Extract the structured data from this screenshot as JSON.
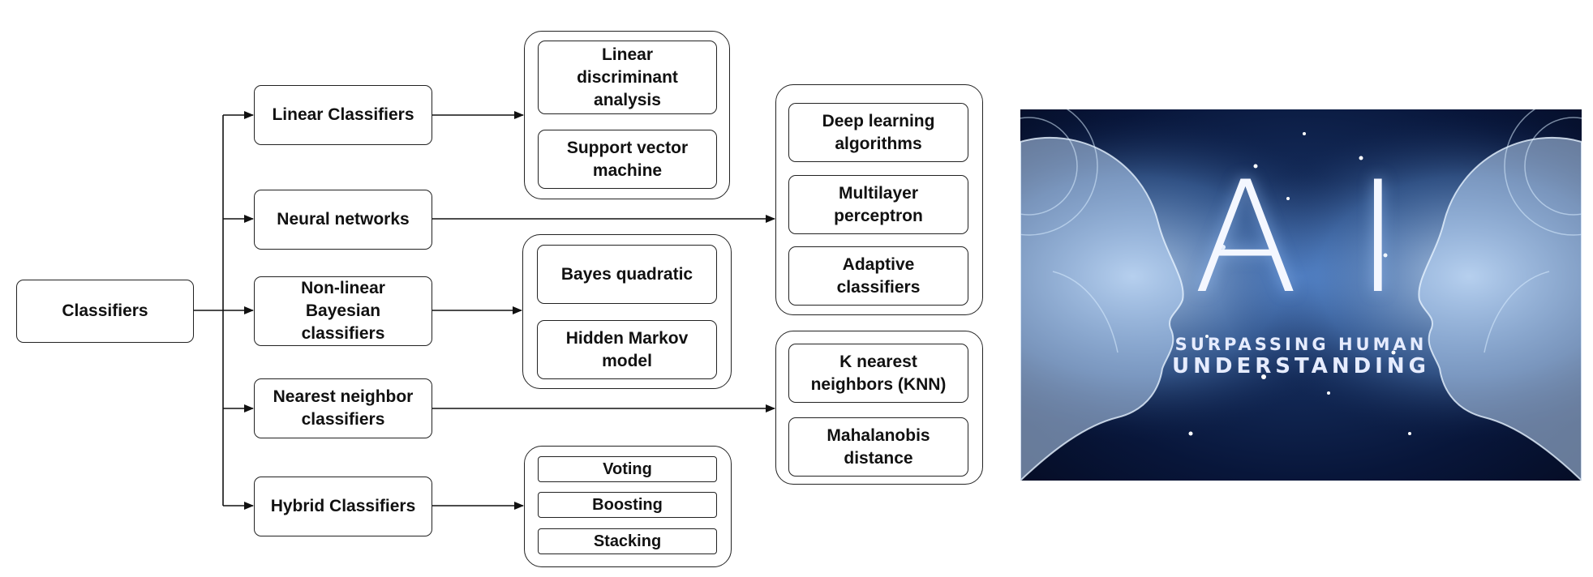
{
  "root": {
    "label": "Classifiers"
  },
  "categories": [
    {
      "key": "linear",
      "label": "Linear Classifiers"
    },
    {
      "key": "neural",
      "label": "Neural networks"
    },
    {
      "key": "bayesian",
      "label": "Non-linear\nBayesian\nclassifiers"
    },
    {
      "key": "nearest",
      "label": "Nearest neighbor\nclassifiers"
    },
    {
      "key": "hybrid",
      "label": "Hybrid Classifiers"
    }
  ],
  "methods": {
    "linear": [
      "Linear\ndiscriminant\nanalysis",
      "Support vector\nmachine"
    ],
    "neural": [
      "Deep learning\nalgorithms",
      "Multilayer\nperceptron",
      "Adaptive\nclassifiers"
    ],
    "bayesian": [
      "Bayes quadratic",
      "Hidden Markov\nmodel"
    ],
    "nearest": [
      "K nearest\nneighbors (KNN)",
      "Mahalanobis\ndistance"
    ],
    "hybrid": [
      "Voting",
      "Boosting",
      "Stacking"
    ]
  },
  "image": {
    "title": "AI",
    "subtitle_line1": "SURPASSING HUMAN",
    "subtitle_line2": "UNDERSTANDING"
  }
}
